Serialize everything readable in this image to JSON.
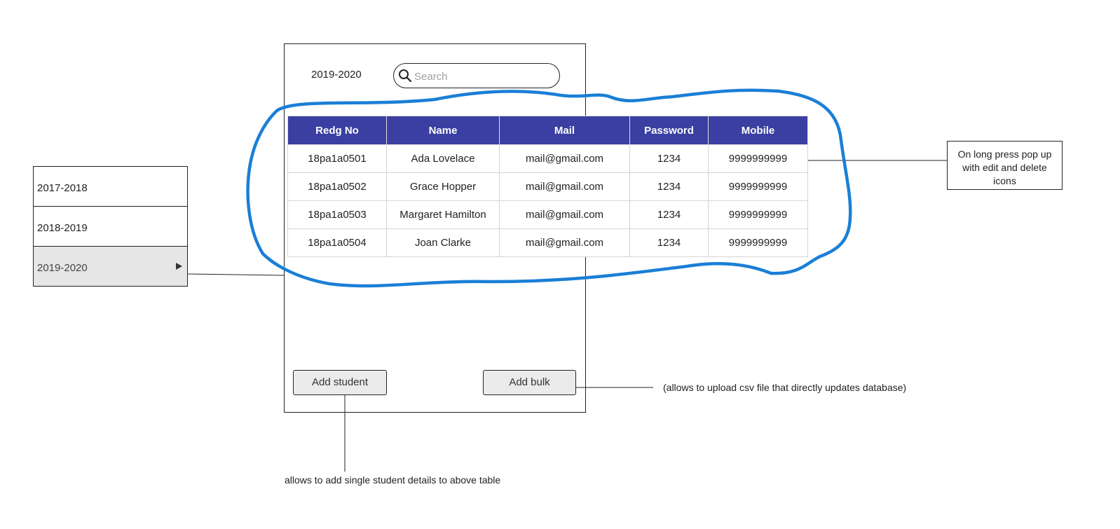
{
  "years": {
    "items": [
      {
        "label": "2017-2018",
        "active": false
      },
      {
        "label": "2018-2019",
        "active": false
      },
      {
        "label": "2019-2020",
        "active": true
      }
    ]
  },
  "header": {
    "year_title": "2019-2020",
    "search_placeholder": "Search"
  },
  "table": {
    "columns": [
      "Redg No",
      "Name",
      "Mail",
      "Password",
      "Mobile"
    ],
    "rows": [
      [
        "18pa1a0501",
        "Ada Lovelace",
        "mail@gmail.com",
        "1234",
        "9999999999"
      ],
      [
        "18pa1a0502",
        "Grace Hopper",
        "mail@gmail.com",
        "1234",
        "9999999999"
      ],
      [
        "18pa1a0503",
        "Margaret Hamilton",
        "mail@gmail.com",
        "1234",
        "9999999999"
      ],
      [
        "18pa1a0504",
        "Joan Clarke",
        "mail@gmail.com",
        "1234",
        "9999999999"
      ]
    ]
  },
  "actions": {
    "add_student": "Add student",
    "add_bulk": "Add bulk"
  },
  "notes": {
    "long_press": "On long press pop up with edit and delete icons",
    "bulk": "(allows to upload csv file that directly updates database)",
    "student": "allows to add single student details to above table"
  },
  "colors": {
    "table_header": "#3a3fa1",
    "highlight_outline": "#1a7fd6",
    "active_year_bg": "#e6e6e6"
  },
  "icons": {
    "search": "search-icon",
    "arrow": "triangle-right-icon"
  }
}
